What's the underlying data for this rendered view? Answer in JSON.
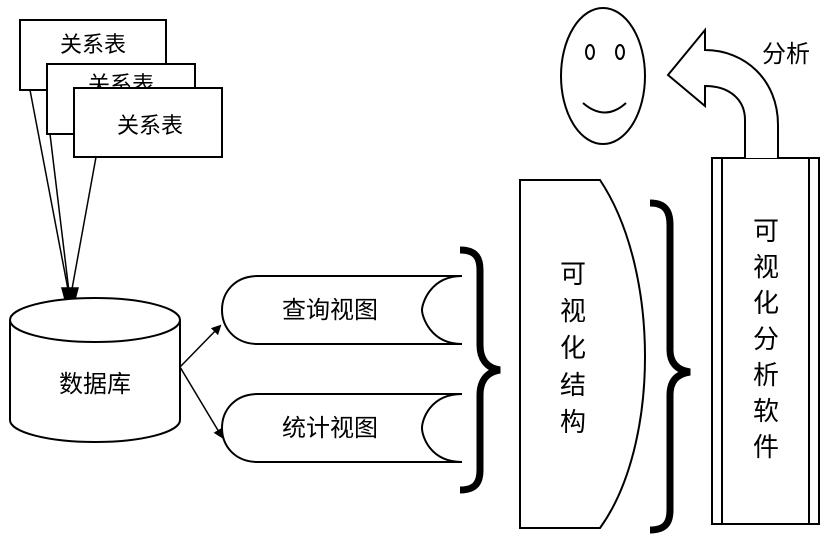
{
  "relation_tables": [
    "关系表",
    "关系表",
    "关系表"
  ],
  "database_label": "数据库",
  "views": [
    "查询视图",
    "统计视图"
  ],
  "visual_structure_label": "可视化结构",
  "software_label": "可视化分析软件",
  "analysis_label": "分析",
  "colors": {
    "stroke": "#000000",
    "background": "#ffffff"
  }
}
